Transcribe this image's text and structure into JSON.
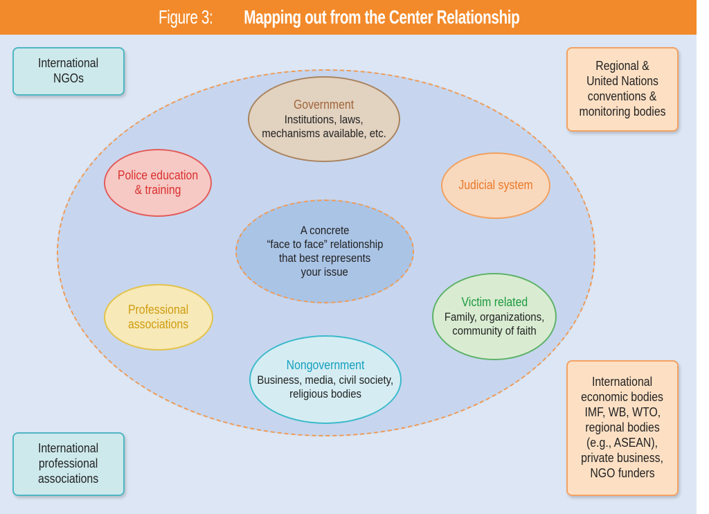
{
  "title": {
    "prefix": "Figure 3:",
    "main": "Mapping out from the Center Relationship"
  },
  "center": {
    "lines": [
      "A concrete",
      "“face to face” relationship",
      "that best represents",
      "your issue"
    ]
  },
  "government": {
    "heading": "Government",
    "lines": [
      "Institutions, laws,",
      "mechanisms available, etc."
    ]
  },
  "police": {
    "lines": [
      "Police education",
      "& training"
    ]
  },
  "judicial": {
    "heading": "Judicial system"
  },
  "professional": {
    "lines": [
      "Professional",
      "associations"
    ]
  },
  "victim": {
    "heading": "Victim related",
    "lines": [
      "Family, organizations,",
      "community of faith"
    ]
  },
  "nongovernment": {
    "heading": "Nongovernment",
    "lines": [
      "Business, media, civil society,",
      "religious bodies"
    ]
  },
  "corners": {
    "international_ngos": [
      "International",
      "NGOs"
    ],
    "regional_un": [
      "Regional &",
      "United Nations",
      "conventions &",
      "monitoring bodies"
    ],
    "international_professional": [
      "International",
      "professional",
      "associations"
    ],
    "international_economic": {
      "heading": [
        "International",
        "economic bodies"
      ],
      "lines": [
        "IMF, WB, WTO,",
        "regional bodies",
        "(e.g., ASEAN),",
        "private business,",
        "NGO funders"
      ]
    }
  },
  "colors": {
    "title_bar": "#f28a2b",
    "background": "#dde6f4",
    "outer_ellipse": "#c7d6ee",
    "dashed_border": "#ef9a55"
  }
}
